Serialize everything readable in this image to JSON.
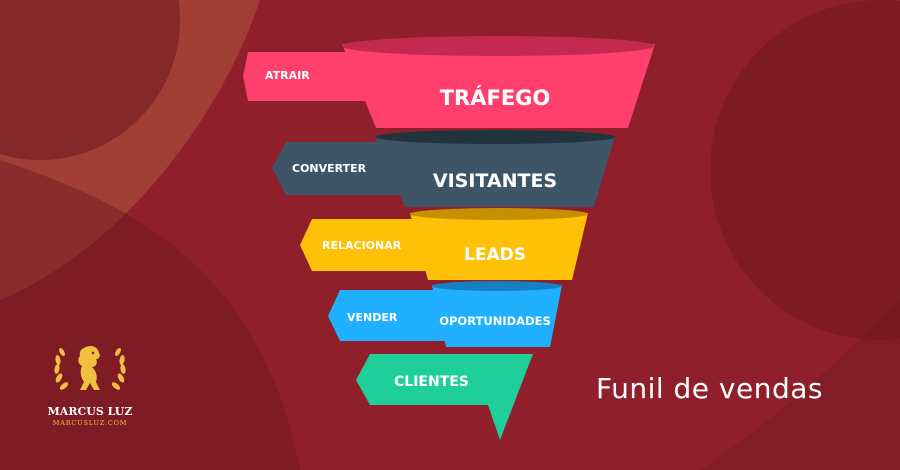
{
  "background": {
    "base": "#8e1f2b",
    "dark": "#6d1620",
    "glow": "#c77a4a"
  },
  "funnel": {
    "stages": [
      {
        "action": "ATRAIR",
        "label": "TRÁFEGO",
        "color": "#ff3f6c",
        "shade": "#c42a4f"
      },
      {
        "action": "CONVERTER",
        "label": "VISITANTES",
        "color": "#3d5566",
        "shade": "#223340"
      },
      {
        "action": "RELACIONAR",
        "label": "LEADS",
        "color": "#ffc107",
        "shade": "#c79000"
      },
      {
        "action": "VENDER",
        "label": "OPORTUNIDADES",
        "color": "#20b0ff",
        "shade": "#1580c4"
      },
      {
        "action": "CLIENTES",
        "label": "",
        "color": "#1fcf9a",
        "shade": "#12a078"
      }
    ]
  },
  "title": "Funil de vendas",
  "logo": {
    "name": "MARCUS LUZ",
    "site": "MARCUSLUZ.COM",
    "color": "#f0c040",
    "icon": "lion-laurel-icon"
  }
}
